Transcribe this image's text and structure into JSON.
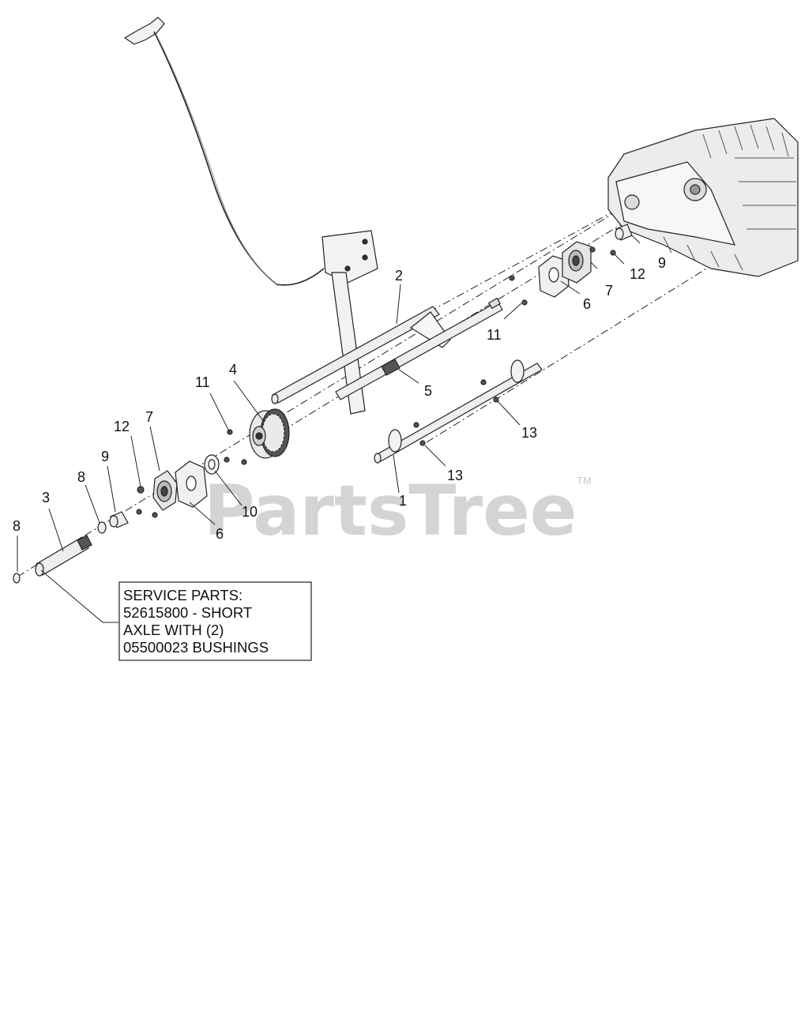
{
  "colors": {
    "line": "#222222",
    "part_fill": "#e6e6e6",
    "dark_part": "#444444",
    "watermark": "#d4d4d4",
    "background": "#ffffff"
  },
  "watermark": {
    "text": "PartsTree",
    "tm": "TM"
  },
  "service_box": {
    "lines": [
      "SERVICE PARTS:",
      "52615800 - SHORT",
      "AXLE WITH (2)",
      "05500023 BUSHINGS"
    ]
  },
  "callouts": [
    {
      "id": "c-2",
      "label": "2"
    },
    {
      "id": "c-9-right",
      "label": "9"
    },
    {
      "id": "c-12-right",
      "label": "12"
    },
    {
      "id": "c-7-right",
      "label": "7"
    },
    {
      "id": "c-6-right",
      "label": "6"
    },
    {
      "id": "c-11-right",
      "label": "11"
    },
    {
      "id": "c-5",
      "label": "5"
    },
    {
      "id": "c-4",
      "label": "4"
    },
    {
      "id": "c-11-left",
      "label": "11"
    },
    {
      "id": "c-13-upper",
      "label": "13"
    },
    {
      "id": "c-12-left",
      "label": "12"
    },
    {
      "id": "c-7-left",
      "label": "7"
    },
    {
      "id": "c-9-left",
      "label": "9"
    },
    {
      "id": "c-13-lower",
      "label": "13"
    },
    {
      "id": "c-8-upper",
      "label": "8"
    },
    {
      "id": "c-3",
      "label": "3"
    },
    {
      "id": "c-10",
      "label": "10"
    },
    {
      "id": "c-1",
      "label": "1"
    },
    {
      "id": "c-6-left",
      "label": "6"
    },
    {
      "id": "c-8-lower",
      "label": "8"
    }
  ]
}
